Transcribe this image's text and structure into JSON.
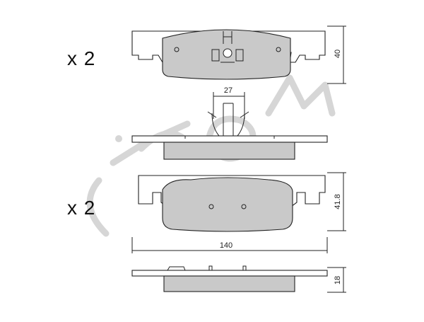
{
  "quantity_top": "x 2",
  "quantity_bottom": "x 2",
  "dimensions": {
    "top_pad_height": "40",
    "sensor_width": "27",
    "bottom_pad_height": "41.8",
    "pad_length": "140",
    "thickness": "18"
  },
  "watermark": "cifam"
}
